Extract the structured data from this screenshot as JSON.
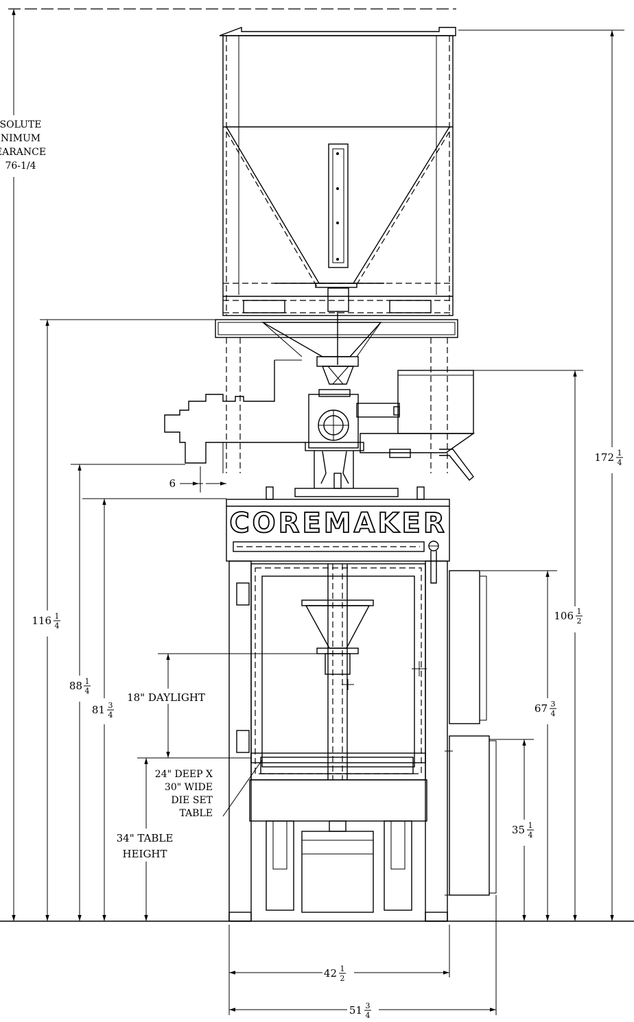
{
  "brand_label": "COREMAKER",
  "clearance_note": [
    "SOLUTE",
    "NIMUM",
    "EARANCE",
    "76-1/4"
  ],
  "callouts": {
    "daylight": "18\" DAYLIGHT",
    "die_set_table": [
      "24\" DEEP X",
      "30\" WIDE",
      "DIE SET",
      "TABLE"
    ],
    "table_height": [
      "34\" TABLE",
      "HEIGHT"
    ]
  },
  "dimensions": {
    "overall_height": {
      "whole": "172",
      "num": "1",
      "den": "4"
    },
    "top_of_frame": {
      "whole": "116",
      "num": "1",
      "den": "4"
    },
    "motor_top": {
      "whole": "106",
      "num": "1",
      "den": "2"
    },
    "gear_housing": {
      "whole": "88",
      "num": "1",
      "den": "4"
    },
    "press_head": {
      "whole": "81",
      "num": "3",
      "den": "4"
    },
    "cabinet_top": {
      "whole": "67",
      "num": "3",
      "den": "4"
    },
    "cabinet_lower": {
      "whole": "35",
      "num": "1",
      "den": "4"
    },
    "offset": {
      "whole": "6"
    },
    "frame_width": {
      "whole": "42",
      "num": "1",
      "den": "2"
    },
    "overall_width": {
      "whole": "51",
      "num": "3",
      "den": "4"
    }
  }
}
